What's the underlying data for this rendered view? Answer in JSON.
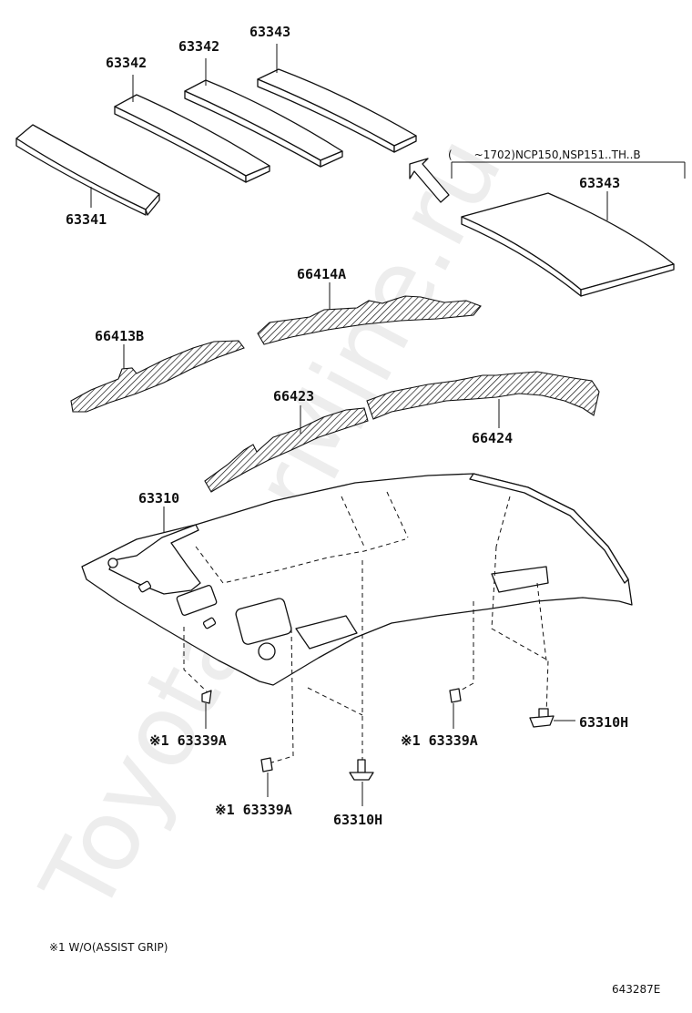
{
  "watermark": "ToyotaCarMine.ru",
  "labels": {
    "p63341": "63341",
    "p63342_left": "63342",
    "p63342_right": "63342",
    "p63343_top": "63343",
    "p63343_side": "63343",
    "p66414A": "66414A",
    "p66413B": "66413B",
    "p66423": "66423",
    "p66424": "66424",
    "p63310": "63310",
    "p63339A_left": "※1 63339A",
    "p63339A_center": "※1 63339A",
    "p63339A_right": "※1 63339A",
    "p63310H_center": "63310H",
    "p63310H_right": "63310H"
  },
  "variant_note": "(　　~1702)NCP150,NSP151..TH..B",
  "footnote": "※1 W/O(ASSIST GRIP)",
  "diagram_code": "643287E"
}
